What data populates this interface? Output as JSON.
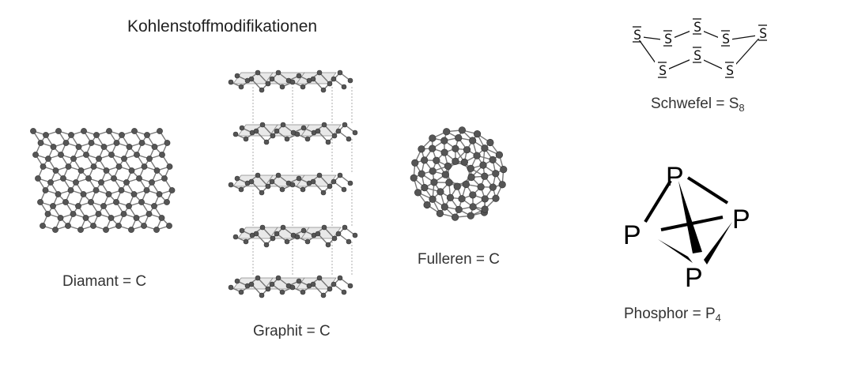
{
  "title": "Kohlenstoffmodifikationen",
  "captions": {
    "diamant": "Diamant = C",
    "graphit": "Graphit = C",
    "fulleren": "Fulleren = C",
    "schwefel_prefix": "Schwefel = S",
    "schwefel_sub": "8",
    "phosphor_prefix": "Phosphor = P",
    "phosphor_sub": "4"
  },
  "sulfur_atom_label": "S",
  "phosphorus_atom_label": "P"
}
